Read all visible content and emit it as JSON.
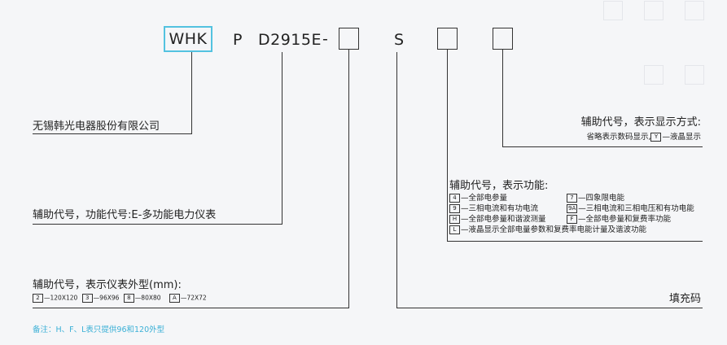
{
  "code": {
    "brand": "WHK",
    "p": "P",
    "model": "D2915E",
    "dash": "-",
    "s": "S"
  },
  "labels": {
    "company": "无锡韩光电器股份有限公司",
    "function_code": "辅助代号，功能代号:E-多功能电力仪表",
    "size_title": "辅助代号，表示仪表外型(mm):",
    "fill_code": "填充码",
    "display_title": "辅助代号，表示显示方式:",
    "func_title": "辅助代号，表示功能:",
    "note": "备注：H、F、L表只提供96和120外型"
  },
  "sizes": [
    {
      "key": "2",
      "text": "—120X120"
    },
    {
      "key": "3",
      "text": "—96X96"
    },
    {
      "key": "8",
      "text": "—80X80"
    },
    {
      "key": "A",
      "text": "—72X72"
    }
  ],
  "display": {
    "prefix": "省略表示数码显示,",
    "key": "Y",
    "suffix": "—液晶显示"
  },
  "functions": [
    {
      "key": "4",
      "text": "—全部电参量",
      "key2": "7",
      "text2": "—四象限电能"
    },
    {
      "key": "9",
      "text": "—三相电流和有功电流",
      "key2": "9A",
      "text2": "—三相电流和三相电压和有功电能"
    },
    {
      "key": "H",
      "text": "—全部电参量和谐波测量",
      "key2": "F",
      "text2": "—全部电参量和复费率功能"
    },
    {
      "key": "L",
      "text": "—液晶显示全部电量参数和复费率电能计量及谐波功能"
    }
  ]
}
